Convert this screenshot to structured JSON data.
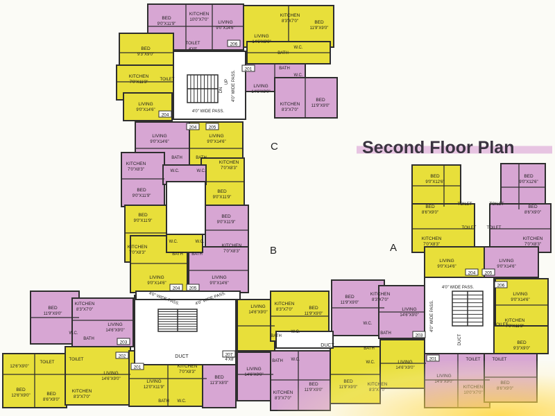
{
  "title": "Second Floor Plan",
  "wings": {
    "a": "A",
    "b": "B",
    "c": "C"
  },
  "colors": {
    "yellow": "#e8df3a",
    "pink": "#d7a6d3",
    "wall": "#2e2e2e",
    "corridor": "#ffffff",
    "background": "#fbfbf6"
  },
  "unit_numbers": [
    "201",
    "202",
    "203",
    "204",
    "205",
    "206",
    "207"
  ],
  "room_labels": {
    "bed": "BED",
    "kitchen": "KITCHEN",
    "living": "LIVING",
    "toilet": "TOILET",
    "bath": "BATH",
    "wc": "W.C.",
    "duct": "DUCT",
    "up": "UP",
    "dn": "DN"
  },
  "passages": {
    "wide_pass": "4'0\" WIDE PASS."
  },
  "dimensions": {
    "bed_a": "9'0\"X12'6\"",
    "bed_b": "11'9\"X9'0\"",
    "bed_c": "9'0\"X11'9\"",
    "bed_d": "8'6\"X9'0\"",
    "bed_e": "9'0\"X14'6\"",
    "bed_f": "12'6\"X9'0\"",
    "bed_g": "11'3\"X8'0\"",
    "bed_h": "9'3\"X9'0\"",
    "kitchen_a": "10'0\"X7'0\"",
    "kitchen_b": "8'3\"X7'0\"",
    "kitchen_c": "7'0\"X8'3\"",
    "kitchen_d": "7'0\"X11'3\"",
    "living_a": "14'6\"X9'0\"",
    "living_b": "9'0\"X14'6\"",
    "living_c": "14'9\"X9'0\"",
    "living_d": "12'0\"X11'9\"",
    "toilet_a": "4'X8'",
    "toilet_b": "6'X4'",
    "bath_a": "4'X5'3\"",
    "bath_b": "5'3\"X4'",
    "wc_a": "4'X3'",
    "wc_b": "3'X4'",
    "duct_small": "4'X8'"
  }
}
